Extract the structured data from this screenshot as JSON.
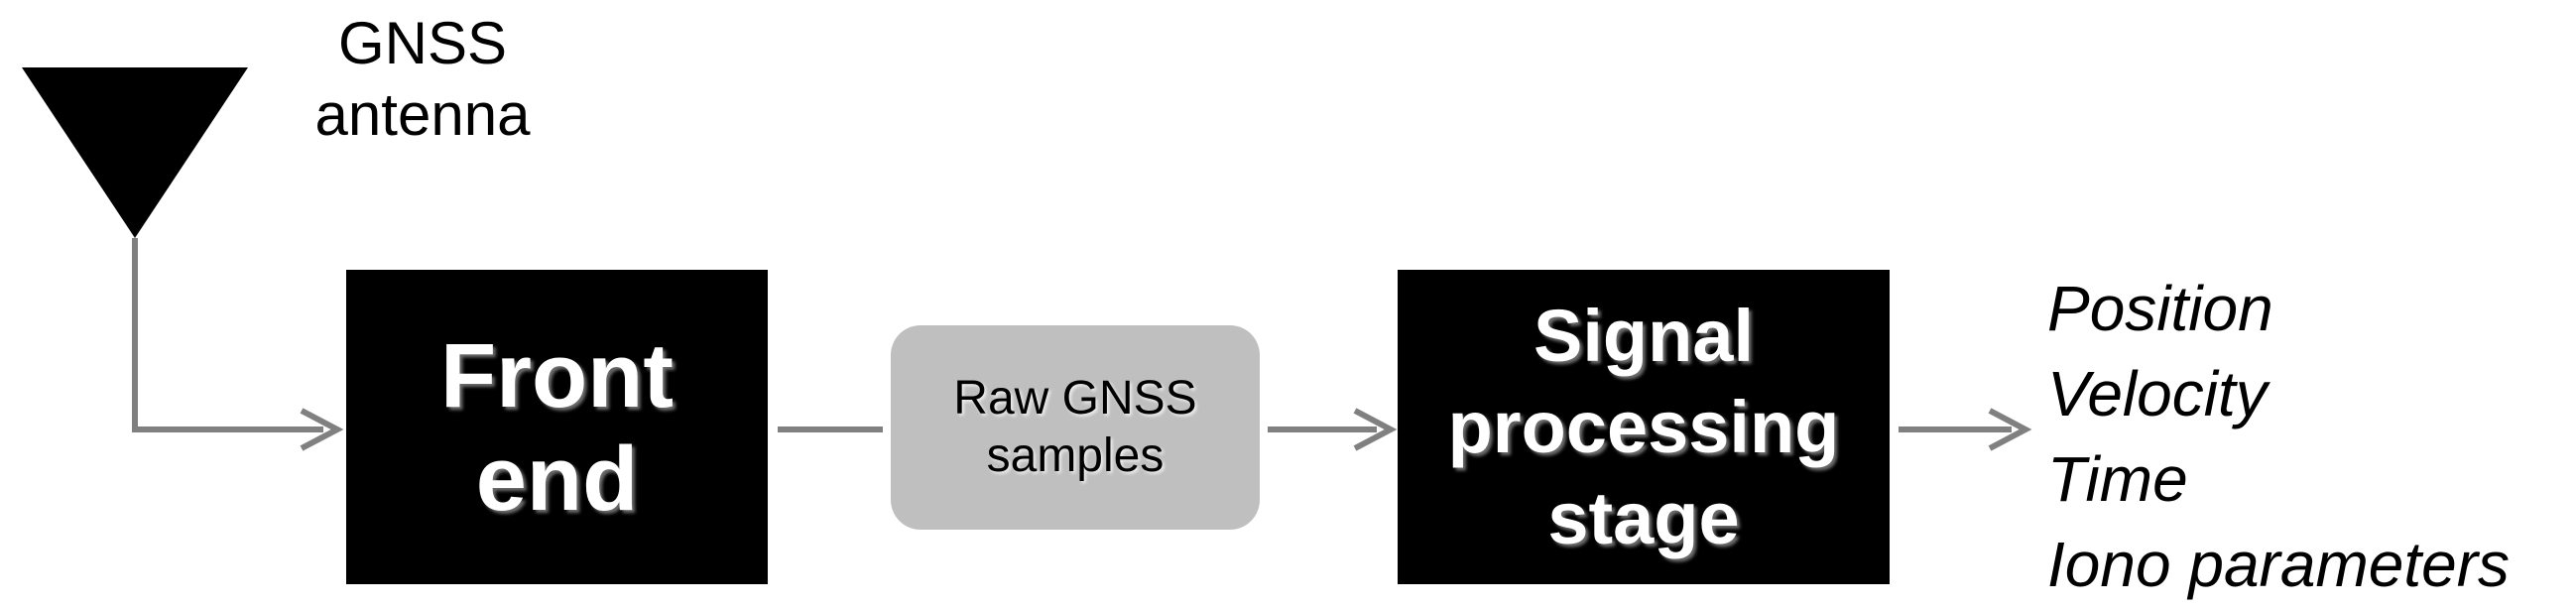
{
  "antenna": {
    "label_line1": "GNSS",
    "label_line2": "antenna"
  },
  "blocks": {
    "front_end": {
      "line1": "Front",
      "line2": "end"
    },
    "raw_samples": {
      "line1": "Raw GNSS",
      "line2": "samples"
    },
    "signal_processing": {
      "line1": "Signal",
      "line2": "processing",
      "line3": "stage"
    }
  },
  "outputs": [
    "Position",
    "Velocity",
    "Time",
    "Iono parameters"
  ],
  "colors": {
    "block_fill": "#000000",
    "block_text": "#ffffff",
    "sample_box_fill": "#bfbfbf",
    "connector": "#808080",
    "antenna": "#000000"
  }
}
